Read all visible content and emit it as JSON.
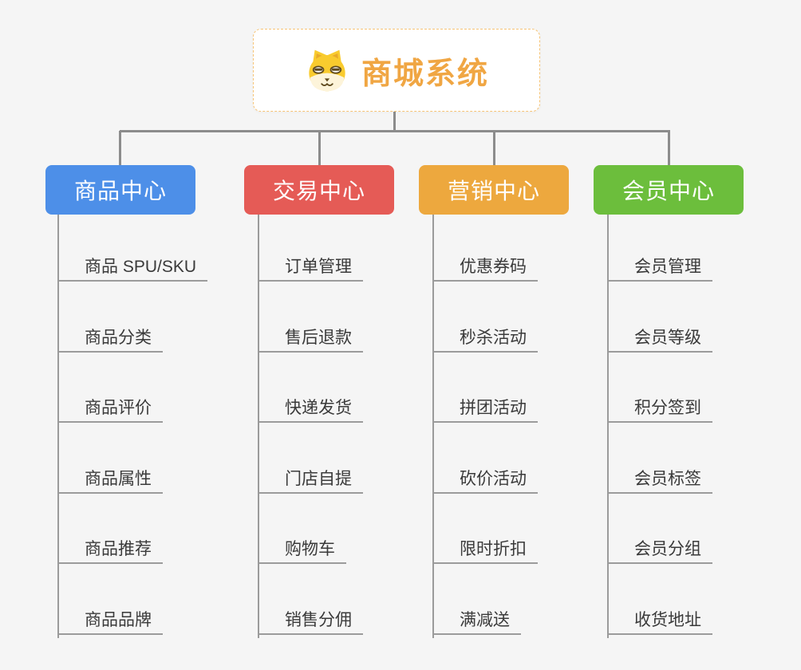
{
  "root": {
    "title": "商城系统",
    "title_color": "#f0a643",
    "border_color": "#f6c476",
    "icon": "dog-face-icon"
  },
  "colors": {
    "background": "#f5f5f5",
    "connector": "#8c8c8c",
    "underline": "#9b9b9b",
    "item_text": "#3a3a3a"
  },
  "branches": [
    {
      "label": "商品中心",
      "color": "#4d8fe8",
      "items": [
        "商品 SPU/SKU",
        "商品分类",
        "商品评价",
        "商品属性",
        "商品推荐",
        "商品品牌"
      ]
    },
    {
      "label": "交易中心",
      "color": "#e55b56",
      "items": [
        "订单管理",
        "售后退款",
        "快递发货",
        "门店自提",
        "购物车",
        "销售分佣"
      ]
    },
    {
      "label": "营销中心",
      "color": "#eda83e",
      "items": [
        "优惠券码",
        "秒杀活动",
        "拼团活动",
        "砍价活动",
        "限时折扣",
        "满减送"
      ]
    },
    {
      "label": "会员中心",
      "color": "#6cbe3c",
      "items": [
        "会员管理",
        "会员等级",
        "积分签到",
        "会员标签",
        "会员分组",
        "收货地址"
      ]
    }
  ]
}
